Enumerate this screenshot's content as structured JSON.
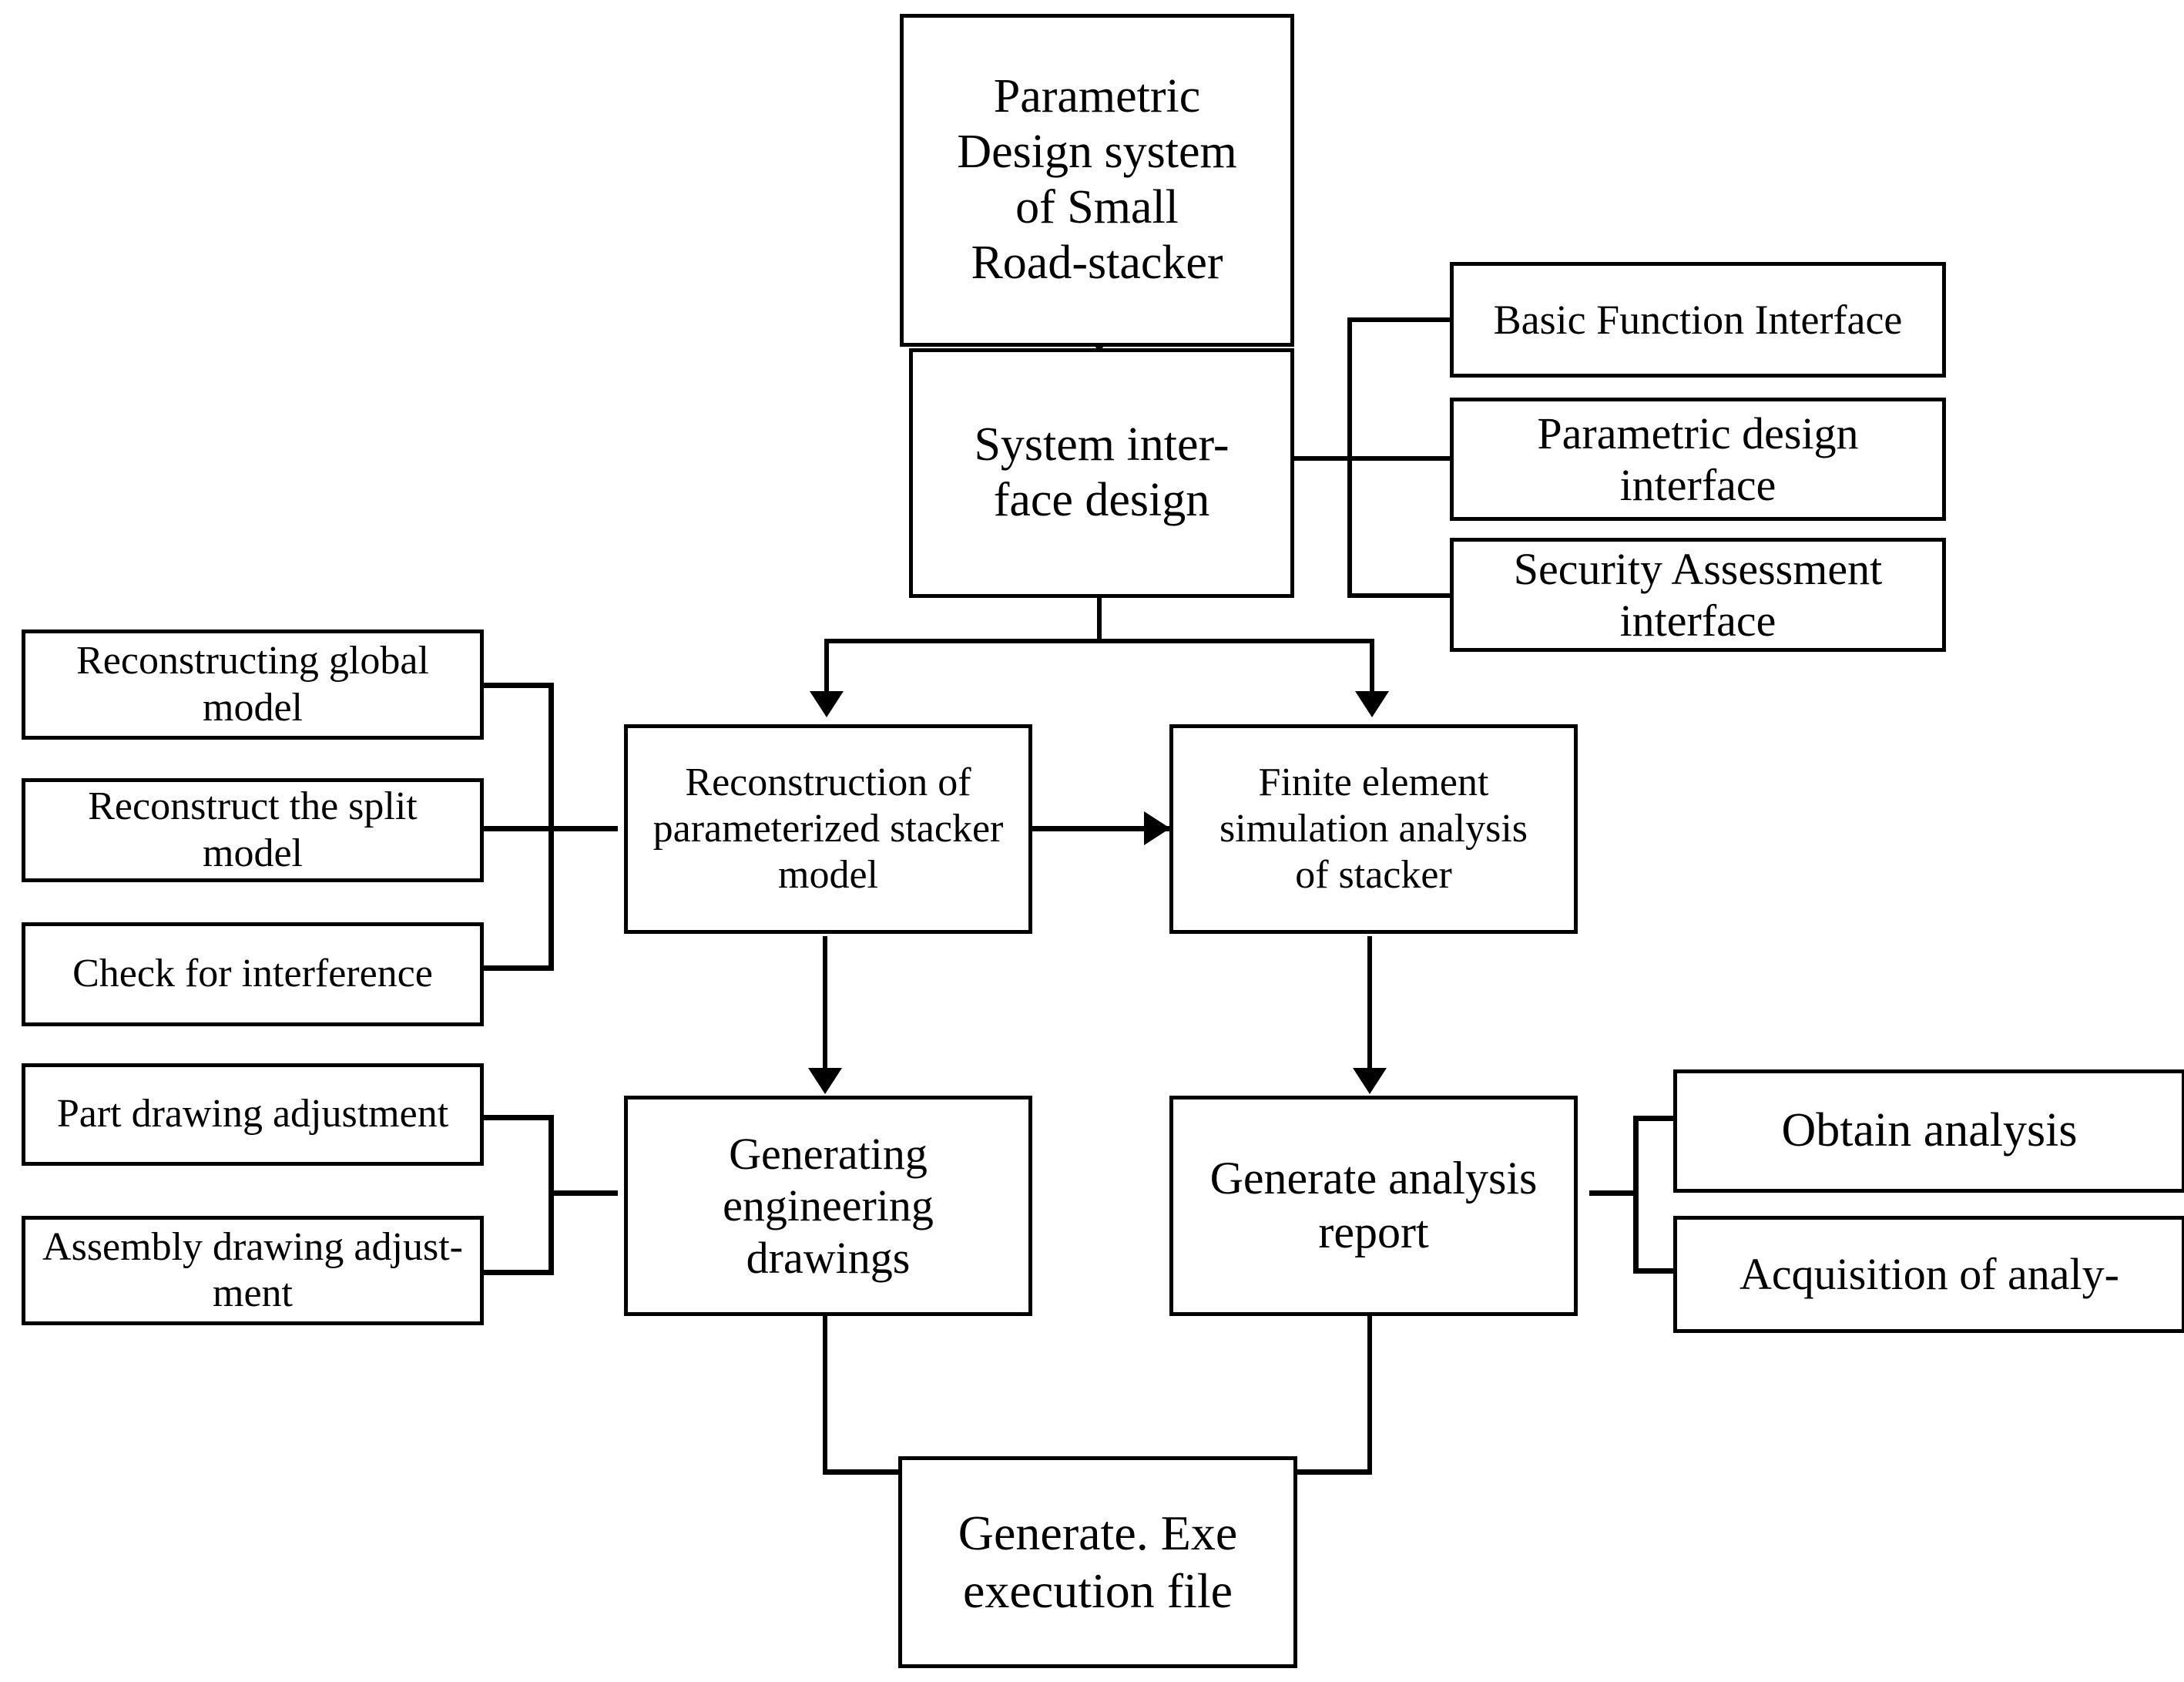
{
  "diagram": {
    "title": "Parametric Design System of Small Road-stacker flowchart",
    "stroke_color": "#000000",
    "background_color": "#ffffff",
    "nodes": {
      "root": "Parametric\nDesign system\nof Small\nRoad-stacker",
      "system_interface": "System inter-\nface design",
      "basic_function_interface": "Basic Function Interface",
      "parametric_design_interface": "Parametric design\ninterface",
      "security_assessment_interface": "Security Assessment\ninterface",
      "reconstructing_global_model": "Reconstructing global\nmodel",
      "reconstruct_split_model": "Reconstruct the split model",
      "check_interference": "Check for interference",
      "reconstruction_parameterized": "Reconstruction of\nparameterized stacker\nmodel",
      "finite_element": "Finite element\nsimulation analysis\nof stacker",
      "part_drawing_adjustment": "Part drawing adjustment",
      "assembly_drawing_adjustment": "Assembly drawing adjust-\nment",
      "generating_engineering_drawings": "Generating\nengineering\ndrawings",
      "generate_analysis_report": "Generate analysis\nreport",
      "obtain_analysis": "Obtain analysis",
      "acquisition_of_analysis": "Acquisition of analy-",
      "generate_exe": "Generate. Exe\nexecution file"
    },
    "edges": [
      {
        "from": "root",
        "to": "system_interface",
        "type": "arrow-down"
      },
      {
        "from": "system_interface",
        "to": "basic_function_interface",
        "type": "line"
      },
      {
        "from": "system_interface",
        "to": "parametric_design_interface",
        "type": "line"
      },
      {
        "from": "system_interface",
        "to": "security_assessment_interface",
        "type": "line"
      },
      {
        "from": "system_interface",
        "to": "reconstruction_parameterized",
        "type": "arrow-down"
      },
      {
        "from": "system_interface",
        "to": "finite_element",
        "type": "arrow-down"
      },
      {
        "from": "reconstructing_global_model",
        "to": "reconstruction_parameterized",
        "type": "line"
      },
      {
        "from": "reconstruct_split_model",
        "to": "reconstruction_parameterized",
        "type": "line"
      },
      {
        "from": "check_interference",
        "to": "reconstruction_parameterized",
        "type": "line"
      },
      {
        "from": "reconstruction_parameterized",
        "to": "finite_element",
        "type": "arrow-right"
      },
      {
        "from": "reconstruction_parameterized",
        "to": "generating_engineering_drawings",
        "type": "arrow-down"
      },
      {
        "from": "finite_element",
        "to": "generate_analysis_report",
        "type": "arrow-down"
      },
      {
        "from": "part_drawing_adjustment",
        "to": "generating_engineering_drawings",
        "type": "line"
      },
      {
        "from": "assembly_drawing_adjustment",
        "to": "generating_engineering_drawings",
        "type": "line"
      },
      {
        "from": "generate_analysis_report",
        "to": "obtain_analysis",
        "type": "line"
      },
      {
        "from": "generate_analysis_report",
        "to": "acquisition_of_analysis",
        "type": "line"
      },
      {
        "from": "generating_engineering_drawings",
        "to": "generate_exe",
        "type": "arrow-down"
      },
      {
        "from": "generate_analysis_report",
        "to": "generate_exe",
        "type": "arrow-down"
      }
    ]
  }
}
